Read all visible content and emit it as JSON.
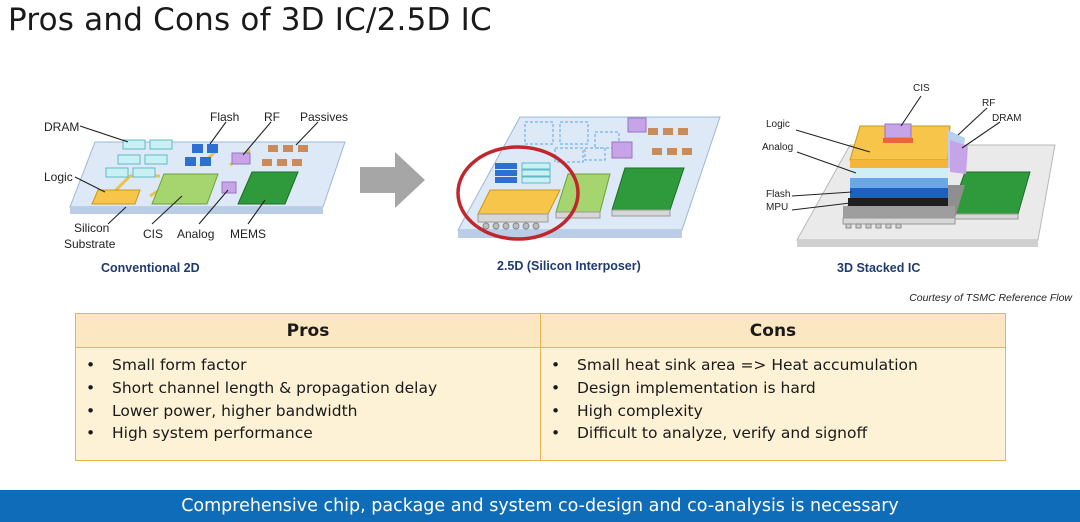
{
  "title": "Pros and Cons of 3D IC/2.5D IC",
  "diagram_2d": {
    "caption": "Conventional 2D",
    "labels": {
      "dram": "DRAM",
      "flash": "Flash",
      "rf": "RF",
      "passives": "Passives",
      "logic": "Logic",
      "silicon_line1": "Silicon",
      "silicon_line2": "Substrate",
      "cis": "CIS",
      "analog": "Analog",
      "mems": "MEMS"
    }
  },
  "diagram_25d": {
    "caption": "2.5D (Silicon Interposer)"
  },
  "diagram_3d": {
    "caption": "3D Stacked IC",
    "labels": {
      "cis": "CIS",
      "rf": "RF",
      "dram": "DRAM",
      "logic": "Logic",
      "analog": "Analog",
      "flash": "Flash",
      "mpu": "MPU"
    }
  },
  "courtesy": "Courtesy of TSMC Reference Flow",
  "table": {
    "pros_header": "Pros",
    "cons_header": "Cons",
    "pros": [
      "Small form factor",
      "Short channel length & propagation delay",
      "Lower power, higher bandwidth",
      "High system performance"
    ],
    "cons": [
      "Small heat sink area => Heat accumulation",
      "Design implementation is hard",
      "High complexity",
      "Difficult to analyze, verify and signoff"
    ]
  },
  "footer": "Comprehensive chip, package and system co-design and co-analysis is necessary",
  "colors": {
    "footer_bg": "#0e6cb8",
    "table_border": "#e6b450",
    "table_header_bg": "#fbe8c2",
    "table_body_bg": "#fdf1d6"
  }
}
